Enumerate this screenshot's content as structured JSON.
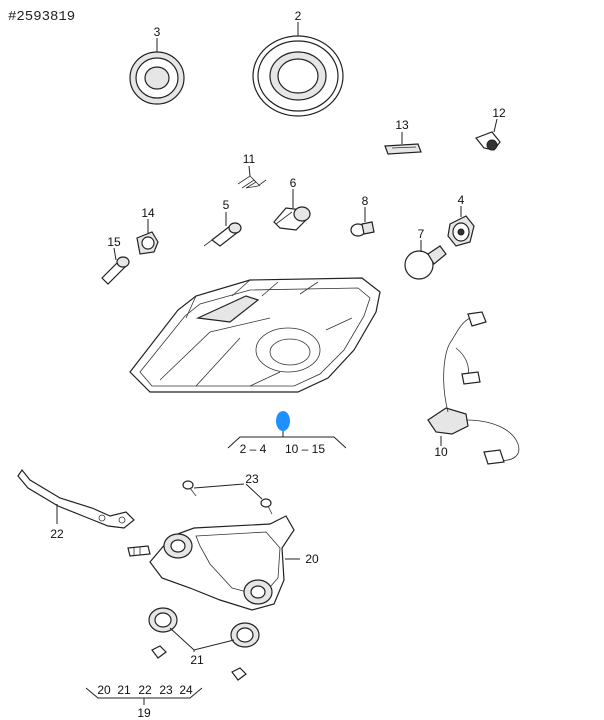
{
  "reference": "#2593819",
  "callouts": {
    "c1": "2",
    "c2": "3",
    "c3": "13",
    "c4": "12",
    "c5": "11",
    "c6": "6",
    "c7": "8",
    "c8": "4",
    "c9": "14",
    "c10": "5",
    "c11": "7",
    "c12": "15",
    "c13": "10",
    "c14": "23",
    "c15": "22",
    "c16": "20",
    "c17": "21",
    "c18": "19"
  },
  "groups": {
    "headlight_left": "2 – 4",
    "headlight_right": "10 – 15",
    "kit_items": [
      "20",
      "21",
      "22",
      "23",
      "24"
    ]
  },
  "colors": {
    "line": "#222222",
    "highlight": "#1e90ff",
    "fill": "#e6e6e6"
  }
}
